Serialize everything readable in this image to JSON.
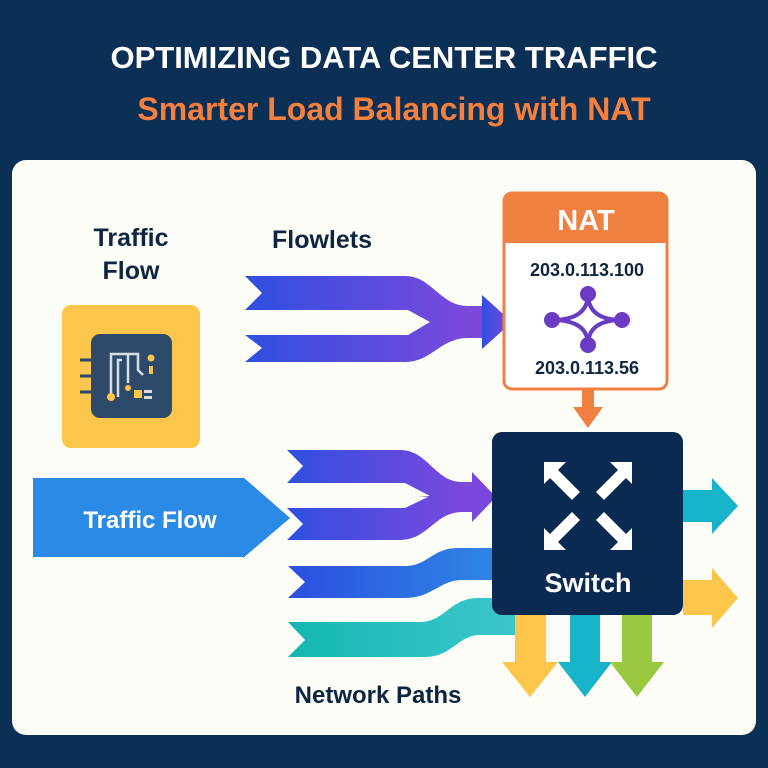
{
  "header": {
    "title": "OPTIMIZING DATA CENTER TRAFFIC",
    "subtitle": "Smarter Load Balancing with NAT"
  },
  "diagram": {
    "source_label_line1": "Traffic",
    "source_label_line2": "Flow",
    "flowlets_label": "Flowlets",
    "traffic_flow_arrow_label": "Traffic Flow",
    "nat": {
      "title": "NAT",
      "ip_top": "203.0.113.100",
      "ip_bottom": "203.0.113.56"
    },
    "switch_label": "Switch",
    "network_paths_label": "Network Paths"
  },
  "colors": {
    "background": "#0c2f55",
    "card": "#fdfdf7",
    "accent_orange": "#f5803e",
    "chip_yellow": "#fcc64a",
    "switch_navy": "#0b2a52",
    "traffic_blue": "#2a8ae6",
    "flow_purple": "#7a48dc",
    "teal": "#17b3c8",
    "green": "#9ac93f"
  }
}
